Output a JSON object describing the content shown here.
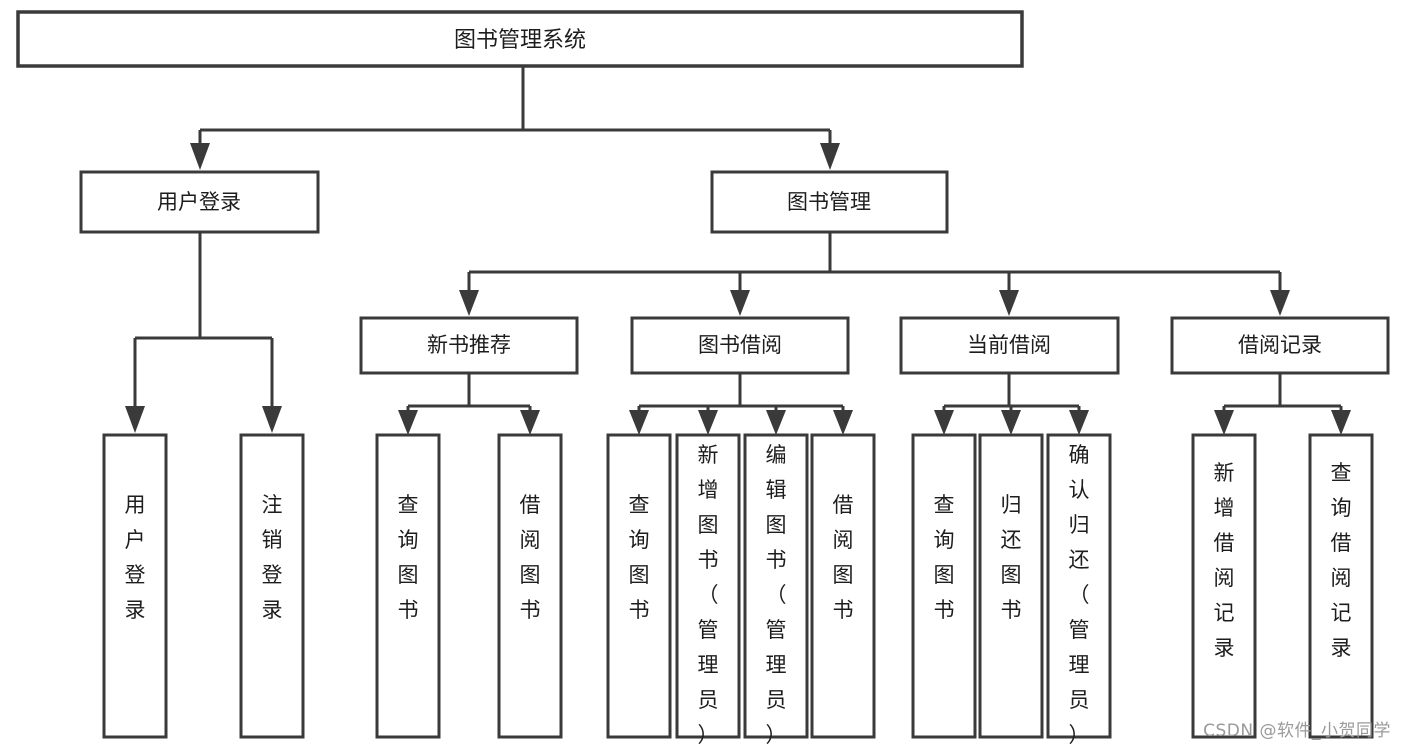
{
  "diagram": {
    "type": "tree-hierarchy",
    "title": "图书管理系统",
    "orientation": "top-down",
    "colors": {
      "background": "#ffffff",
      "box_stroke": "#3a3a3a",
      "box_fill": "#ffffff",
      "text": "#1d1d1d",
      "watermark": "#9a9a9a"
    },
    "root": {
      "id": "root",
      "label": "图书管理系统"
    },
    "level2": [
      {
        "id": "user-login",
        "label": "用户登录"
      },
      {
        "id": "book-manage",
        "label": "图书管理"
      }
    ],
    "level3": [
      {
        "id": "new-book-recommend",
        "label": "新书推荐",
        "parent": "book-manage"
      },
      {
        "id": "book-borrow",
        "label": "图书借阅",
        "parent": "book-manage"
      },
      {
        "id": "current-borrow",
        "label": "当前借阅",
        "parent": "book-manage"
      },
      {
        "id": "borrow-record",
        "label": "借阅记录",
        "parent": "book-manage"
      }
    ],
    "leaves": {
      "user-login": [
        {
          "id": "leaf-user-login",
          "label": "用户登录"
        },
        {
          "id": "leaf-logout-login",
          "label": "注销登录"
        }
      ],
      "new-book-recommend": [
        {
          "id": "leaf-query-book-1",
          "label": "查询图书"
        },
        {
          "id": "leaf-borrow-book-1",
          "label": "借阅图书"
        }
      ],
      "book-borrow": [
        {
          "id": "leaf-query-book-2",
          "label": "查询图书"
        },
        {
          "id": "leaf-add-book",
          "label": "新增图书（管理员）"
        },
        {
          "id": "leaf-edit-book",
          "label": "编辑图书（管理员）"
        },
        {
          "id": "leaf-borrow-book-2",
          "label": "借阅图书"
        }
      ],
      "current-borrow": [
        {
          "id": "leaf-query-book-3",
          "label": "查询图书"
        },
        {
          "id": "leaf-return-book",
          "label": "归还图书"
        },
        {
          "id": "leaf-confirm-return",
          "label": "确认归还（管理员）"
        }
      ],
      "borrow-record": [
        {
          "id": "leaf-add-record",
          "label": "新增借阅记录"
        },
        {
          "id": "leaf-query-record",
          "label": "查询借阅记录"
        }
      ]
    }
  },
  "watermark": {
    "text": "CSDN @软件_小贺同学"
  }
}
